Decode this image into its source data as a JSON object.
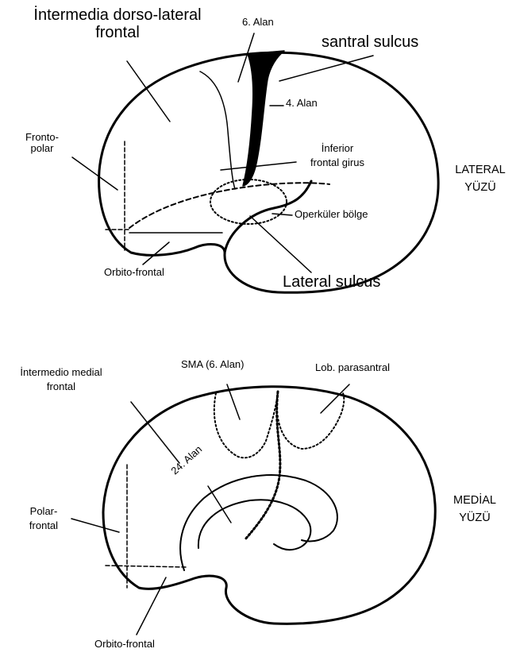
{
  "lateral": {
    "labels": {
      "intermedia_line1": "İntermedia dorso-lateral",
      "intermedia_line2": "frontal",
      "area6": "6. Alan",
      "central_sulcus": "santral sulcus",
      "area4": "4. Alan",
      "frontopolar_line1": "Fronto-",
      "frontopolar_line2": "polar",
      "inferior_line1": "İnferior",
      "inferior_line2": "frontal girus",
      "view_line1": "LATERAL",
      "view_line2": "YÜZÜ",
      "opercular": "Operküler bölge",
      "orbitofrontal": "Orbito-frontal",
      "lateral_sulcus": "Lateral sulcus"
    }
  },
  "medial": {
    "labels": {
      "sma": "SMA (6. Alan)",
      "paracentral": "Lob. parasantral",
      "intermedio_line1": "İntermedio medial",
      "intermedio_line2": "frontal",
      "area24": "24. Alan",
      "view_line1": "MEDİAL",
      "view_line2": "YÜZÜ",
      "polar_line1": "Polar-",
      "polar_line2": "frontal",
      "orbitofrontal": "Orbito-frontal"
    }
  }
}
